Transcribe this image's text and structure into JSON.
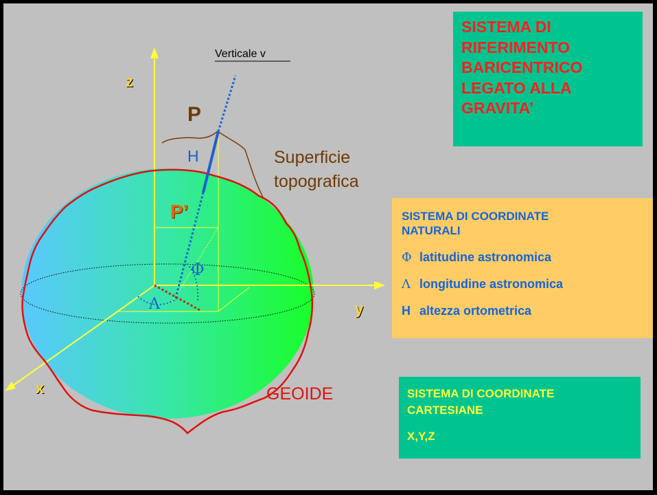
{
  "title": {
    "lines": [
      "SISTEMA DI",
      "RIFERIMENTO",
      "BARICENTRICO",
      "LEGATO ALLA",
      "GRAVITA’"
    ]
  },
  "diagram": {
    "vertical_label": "Verticale v",
    "axis_z": "z",
    "axis_y": "y",
    "axis_x": "x",
    "point_p": "P",
    "point_p_prime": "P’",
    "height_h": "H",
    "surface_label_line1": "Superficie",
    "surface_label_line2": "topografica",
    "phi_symbol": "Φ",
    "lambda_symbol": "Λ",
    "geoid_label": "GEOIDE"
  },
  "natural_system": {
    "heading_line1": "SISTEMA DI COORDINATE",
    "heading_line2": "NATURALI",
    "items": [
      {
        "symbol": "Φ",
        "text": "latitudine astronomica"
      },
      {
        "symbol": "Λ",
        "text": "longitudine astronomica"
      },
      {
        "symbol": "H",
        "text": "altezza ortometrica"
      }
    ]
  },
  "cartesian_system": {
    "heading_line1": "SISTEMA DI COORDINATE",
    "heading_line2": "CARTESIANE",
    "value": "X,Y,Z"
  },
  "colors": {
    "background": "#c0c0c0",
    "title_box": "#00c490",
    "title_text": "#ff1f1f",
    "natural_box": "#ffcc66",
    "natural_text": "#1565d8",
    "cartesian_text": "#ffff3a",
    "axis": "#ffff3a",
    "geoid_outline": "#e01010",
    "topography": "#7a3c0a",
    "vertical_line": "#1a5fd0"
  }
}
